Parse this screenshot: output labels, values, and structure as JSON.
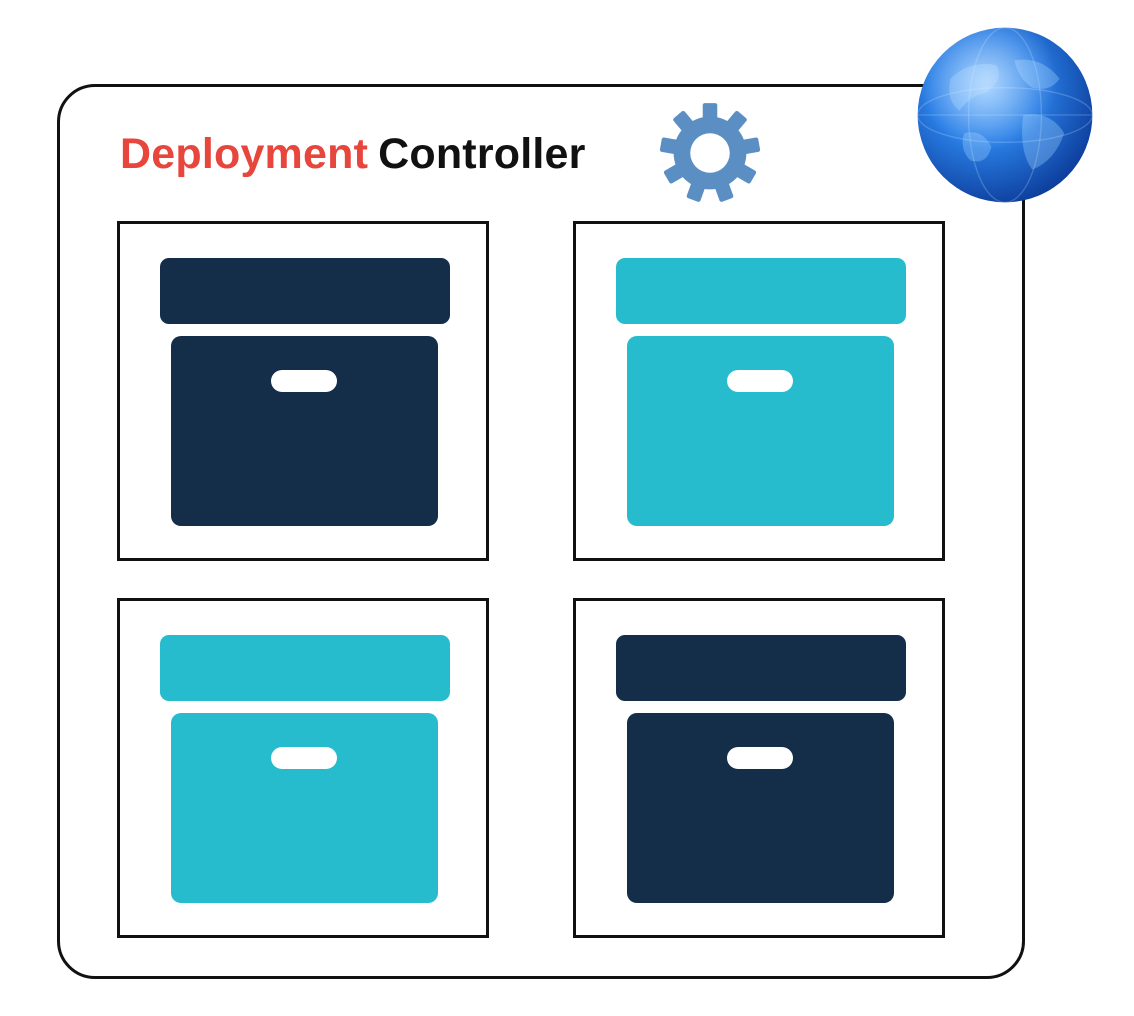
{
  "title": {
    "accent_word": "Deployment",
    "main_word": "Controller"
  },
  "colors": {
    "accent": "#e8453c",
    "dark_box": "#142d48",
    "teal_box": "#27bccd",
    "gear": "#5b8fc4",
    "globe": "#1f6fd8"
  },
  "icons": {
    "gear": "gear-icon",
    "globe": "globe-icon",
    "box": "archive-box-icon"
  },
  "pods": [
    {
      "variant": "dark"
    },
    {
      "variant": "teal"
    },
    {
      "variant": "teal"
    },
    {
      "variant": "dark"
    }
  ]
}
